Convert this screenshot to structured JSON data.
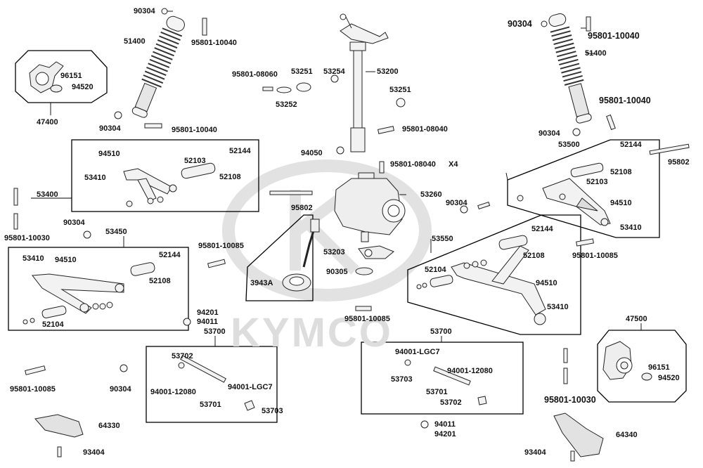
{
  "watermark": "KYMCO",
  "labels": {
    "l01": "90304",
    "l02": "51400",
    "l03": "95801-10040",
    "l04": "96151",
    "l05": "94520",
    "l06": "47400",
    "l07": "90304",
    "l08": "95801-10040",
    "l09": "95801-08060",
    "l10": "53251",
    "l11": "53254",
    "l12": "53200",
    "l13": "53251",
    "l14": "53252",
    "l15": "95801-08040",
    "l16": "94050",
    "l17": "95801-08040",
    "l18": "X4",
    "l19": "90304",
    "l20": "95801-10040",
    "l21": "51400",
    "l22": "95801-10040",
    "l23": "90304",
    "l24": "53500",
    "l25": "95802",
    "l26": "94510",
    "l27": "52103",
    "l28": "52144",
    "l29": "53410",
    "l30": "52108",
    "l31": "53400",
    "l32": "90304",
    "l33": "95801-10030",
    "l34": "95802",
    "l35": "53260",
    "l36": "90304",
    "l37": "52144",
    "l38": "52108",
    "l39": "52103",
    "l40": "94510",
    "l41": "53410",
    "l42": "53450",
    "l43": "95801-10085",
    "l44": "53410",
    "l45": "94510",
    "l46": "52144",
    "l47": "52108",
    "l48": "52104",
    "l49": "53203",
    "l50": "90305",
    "l51": "3943A",
    "l52": "53550",
    "l53": "52144",
    "l54": "52108",
    "l55": "52104",
    "l56": "94510",
    "l57": "53410",
    "l58": "95801-10085",
    "l59": "94201",
    "l60": "94011",
    "l61": "53700",
    "l62": "95801-10085",
    "l63": "53700",
    "l64": "47500",
    "l65": "53702",
    "l66": "94001-12080",
    "l67": "94001-LGC7",
    "l68": "53701",
    "l69": "53703",
    "l70": "94001-LGC7",
    "l71": "53703",
    "l72": "94001-12080",
    "l73": "53701",
    "l74": "53702",
    "l75": "96151",
    "l76": "94520",
    "l77": "95801-10030",
    "l78": "95801-10085",
    "l79": "90304",
    "l80": "64330",
    "l81": "93404",
    "l82": "94011",
    "l83": "94201",
    "l84": "64340",
    "l85": "93404"
  }
}
